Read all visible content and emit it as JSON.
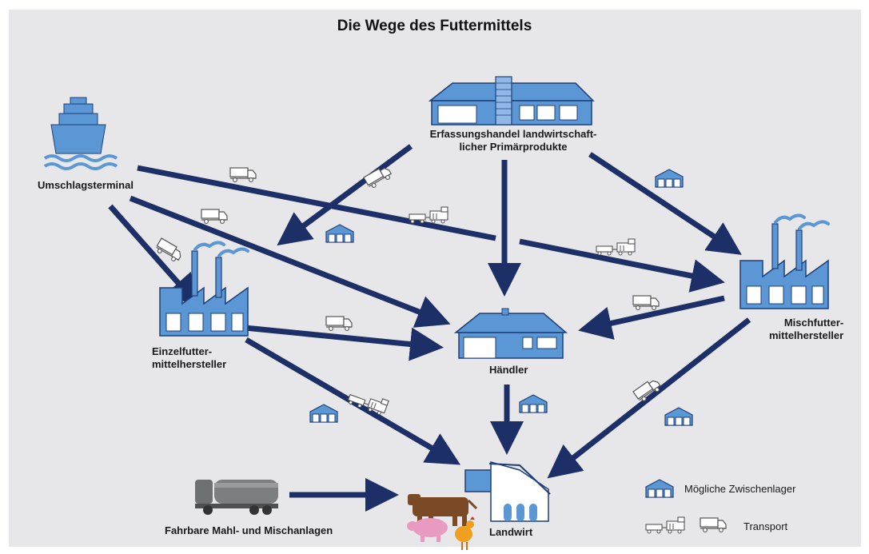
{
  "title": "Die Wege des Futtermittels",
  "nodes": {
    "umschlagsterminal": "Umschlagsterminal",
    "erfassungshandel_1": "Erfassungshandel landwirtschaft-",
    "erfassungshandel_2": "licher Primärprodukte",
    "einzelfutter_1": "Einzelfutter-",
    "einzelfutter_2": "mittelhersteller",
    "mischfutter_1": "Mischfutter-",
    "mischfutter_2": "mittelhersteller",
    "haendler": "Händler",
    "landwirt": "Landwirt",
    "fahrbare": "Fahrbare Mahl- und Mischanlagen"
  },
  "legend": {
    "storage": "Mögliche Zwischenlager",
    "transport": "Transport"
  },
  "colors": {
    "background": "#e7e7e9",
    "arrow": "#1c2f66",
    "building": "#5a97d4",
    "outline": "#1f3f7a"
  }
}
